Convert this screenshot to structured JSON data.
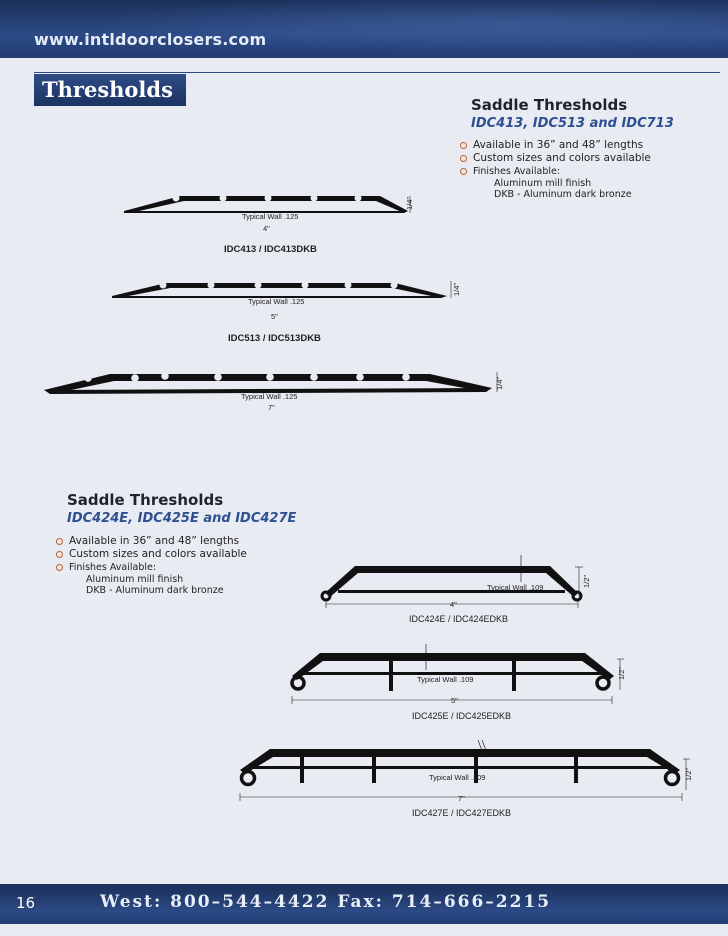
{
  "header": {
    "website": "www.intldoorclosers.com"
  },
  "section_tab": {
    "title": "Thresholds"
  },
  "top_block": {
    "title": "Saddle Thresholds",
    "models": "IDC413, IDC513 and IDC713",
    "bullets": [
      "Available in 36” and 48” lengths",
      "Custom sizes and colors available",
      "Finishes Available:"
    ],
    "finishes": [
      "Aluminum mill finish",
      "DKB - Aluminum dark bronze"
    ]
  },
  "bottom_block": {
    "title": "Saddle Thresholds",
    "models": "IDC424E, IDC425E and IDC427E",
    "bullets": [
      "Available in 36” and 48” lengths",
      "Custom sizes and colors available",
      "Finishes Available:"
    ],
    "finishes": [
      "Aluminum mill finish",
      "DKB - Aluminum dark bronze"
    ]
  },
  "figures": {
    "idc413": {
      "wall": "Typical Wall .125",
      "width": "4\"",
      "height": "1/4\"",
      "part": "IDC413 / IDC413DKB"
    },
    "idc513": {
      "wall": "Typical Wall .125",
      "width": "5\"",
      "height": "1/4\"",
      "part": "IDC513 / IDC513DKB"
    },
    "idc713": {
      "wall": "Typical Wall .125",
      "width": "7\"",
      "height": "1/4\""
    },
    "idc424e": {
      "wall": "Typical Wall .109",
      "width": "4\"",
      "height": "1/2\"",
      "part": "IDC424E / IDC424EDKB"
    },
    "idc425e": {
      "wall": "Typical Wall .109",
      "width": "5\"",
      "height": "1/2\"",
      "part": "IDC425E / IDC425EDKB"
    },
    "idc427e": {
      "wall": "Typical Wall .109",
      "width": "7\"",
      "height": "1/2\"",
      "part": "IDC427E / IDC427EDKB"
    }
  },
  "footer": {
    "page_number": "16",
    "contact": "West: 800–544–4422  Fax: 714–666–2215"
  },
  "colors": {
    "navy": "#223d72",
    "accent_blue": "#2e4f92",
    "bullet_orange": "#c0602a",
    "background": "#e8ecf2"
  }
}
